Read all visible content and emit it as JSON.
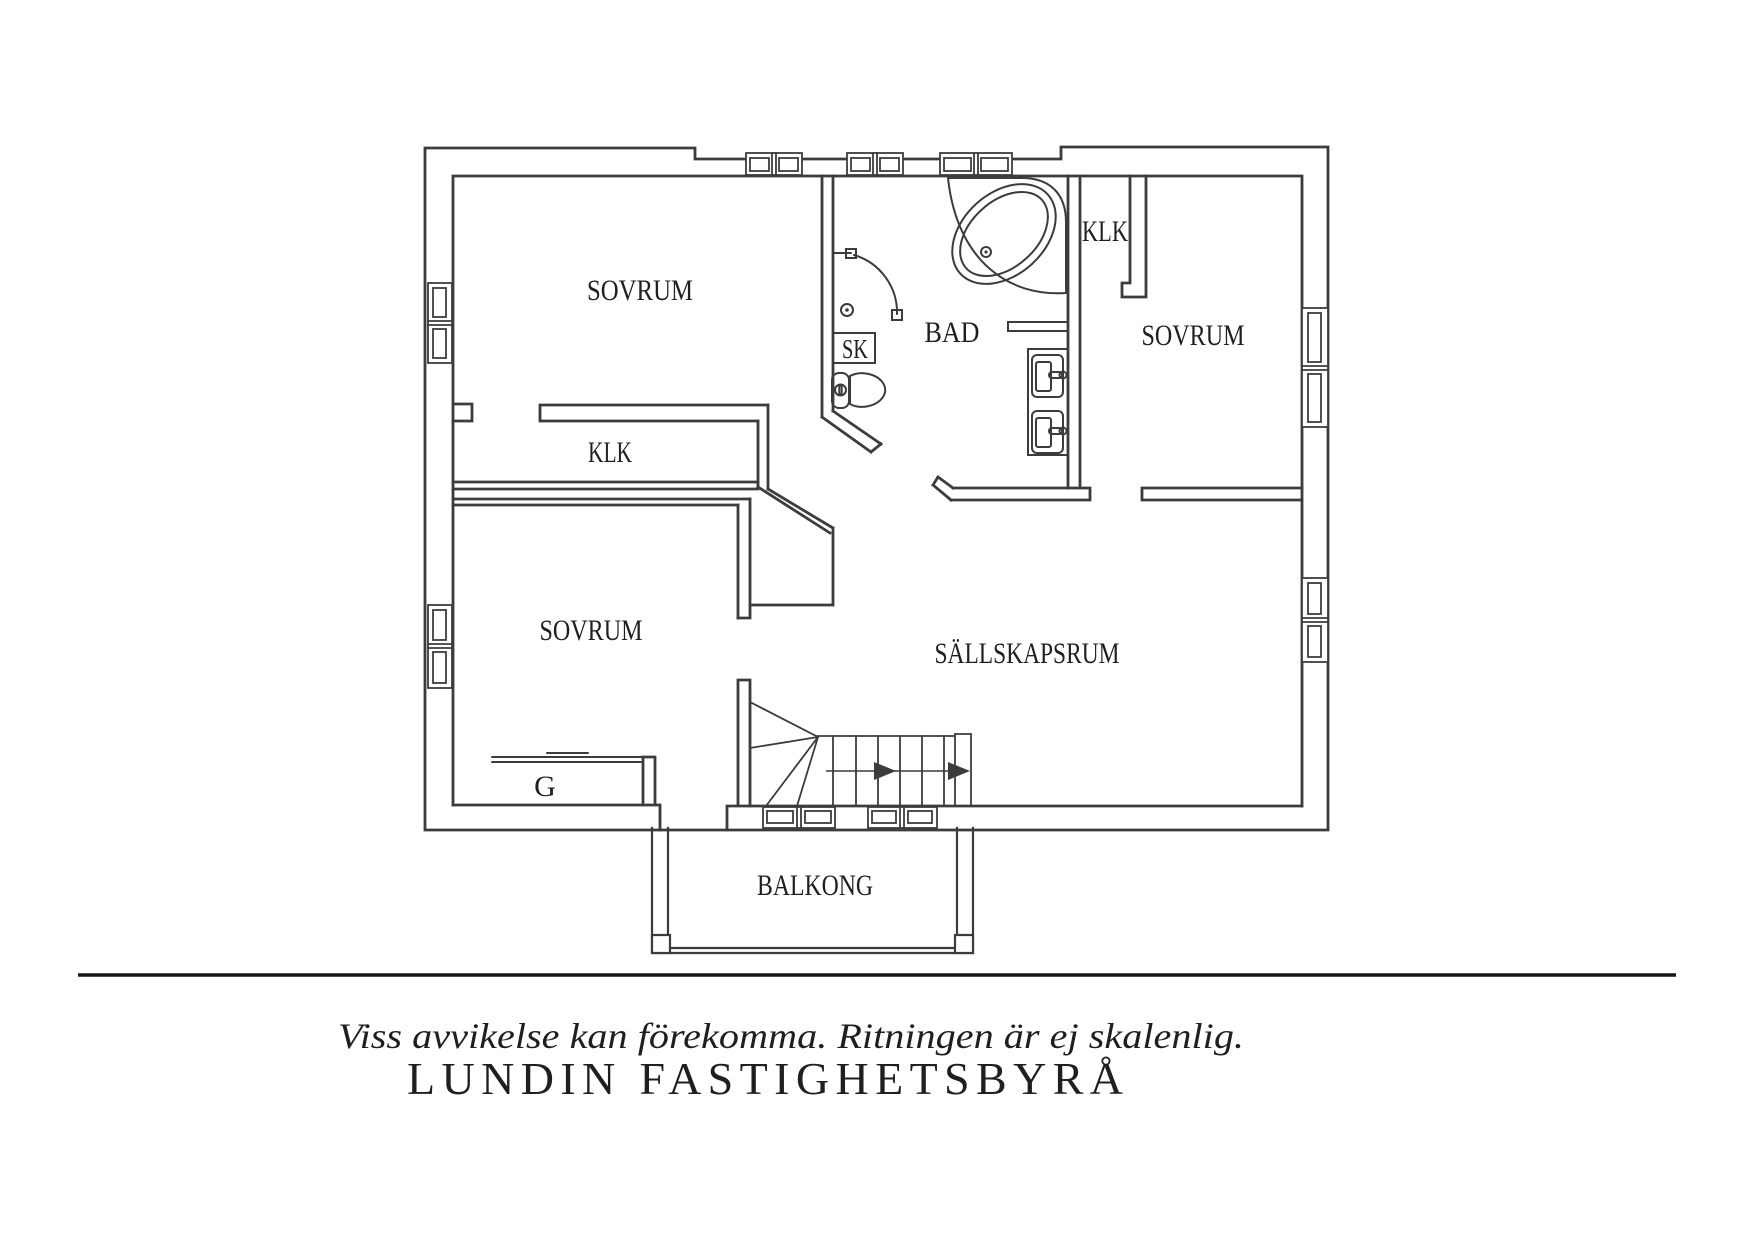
{
  "colors": {
    "line": "#3c3c3c",
    "text": "#1f1f1f",
    "rule": "#161616",
    "background": "#ffffff"
  },
  "plan": {
    "rooms": [
      {
        "id": "sovrum-nw",
        "label": "SOVRUM"
      },
      {
        "id": "klk-ne",
        "label": "KLK"
      },
      {
        "id": "sovrum-e",
        "label": "SOVRUM"
      },
      {
        "id": "bad",
        "label": "BAD"
      },
      {
        "id": "sk",
        "label": "SK"
      },
      {
        "id": "klk-w",
        "label": "KLK"
      },
      {
        "id": "sovrum-sw",
        "label": "SOVRUM"
      },
      {
        "id": "garderob",
        "label": "G"
      },
      {
        "id": "sallskapsrum",
        "label": "SÄLLSKAPSRUM"
      },
      {
        "id": "balkong",
        "label": "BALKONG"
      }
    ]
  },
  "footer": {
    "disclaimer": "Viss avvikelse kan förekomma. Ritningen är ej skalenlig.",
    "brand": "LUNDIN FASTIGHETSBYRÅ"
  }
}
